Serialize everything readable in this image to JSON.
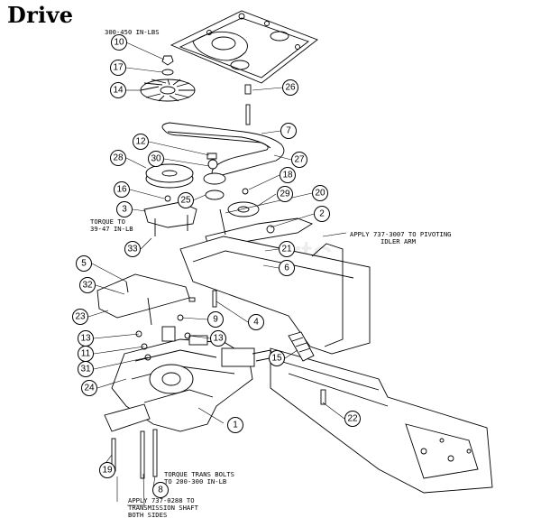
{
  "title": "Drive",
  "watermark": "Parts",
  "notes": {
    "torque_top": "300-450 IN-LBS",
    "torque_left": [
      "TORQUE TO",
      "39-47 IN-LB"
    ],
    "apply_idler": [
      "APPLY 737-3007 TO PIVOTING",
      "IDLER ARM"
    ],
    "torque_trans": [
      "TORQUE TRANS BOLTS",
      "TO 200-300 IN-LB"
    ],
    "apply_shaft": [
      "APPLY 737-0288 TO",
      "TRANSMISSION SHAFT",
      "BOTH SIDES"
    ]
  },
  "callouts": [
    "10",
    "17",
    "14",
    "26",
    "7",
    "12",
    "30",
    "28",
    "27",
    "18",
    "16",
    "25",
    "29",
    "20",
    "3",
    "2",
    "33",
    "21",
    "6",
    "5",
    "32",
    "23",
    "9",
    "4",
    "13",
    "11",
    "31",
    "13",
    "24",
    "15",
    "1",
    "22",
    "19",
    "8"
  ]
}
